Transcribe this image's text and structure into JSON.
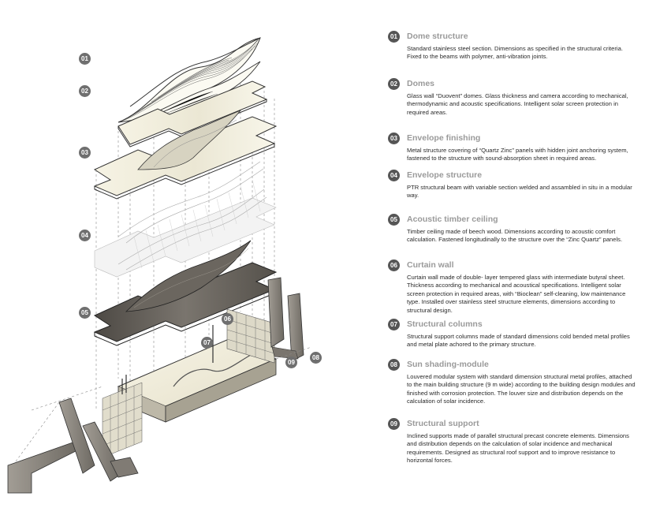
{
  "colors": {
    "marker_bg": "#6f6f6f",
    "legend_badge_bg": "#555555",
    "legend_title": "#9a9a9a",
    "legend_text": "#2a2a2a",
    "cream_panel": "#f2efdf",
    "dark_panel": "#5e5a55",
    "concrete": "#8a8680"
  },
  "diagram": {
    "markers": [
      {
        "number": "01",
        "icon": "numbered-circle"
      },
      {
        "number": "02",
        "icon": "numbered-circle"
      },
      {
        "number": "03",
        "icon": "numbered-circle"
      },
      {
        "number": "04",
        "icon": "numbered-circle"
      },
      {
        "number": "05",
        "icon": "numbered-circle"
      },
      {
        "number": "06",
        "icon": "numbered-circle"
      },
      {
        "number": "07",
        "icon": "numbered-circle"
      },
      {
        "number": "08",
        "icon": "numbered-circle"
      },
      {
        "number": "09",
        "icon": "numbered-circle"
      }
    ]
  },
  "legend": [
    {
      "number": "01",
      "title": "Dome structure",
      "description": "Standard stainless steel section. Dimensions as specified in the structural criteria. Fixed to the beams with polymer, anti-vibration joints."
    },
    {
      "number": "02",
      "title": "Domes",
      "description": "Glass wall “Duovent” domes. Glass thickness and camera according to mechanical, thermodynamic and acoustic specifications. Intelligent solar screen protection in required areas."
    },
    {
      "number": "03",
      "title": "Envelope finishing",
      "description": "Metal structure covering of “Quartz Zinc” panels with hidden joint anchoring system, fastened to the structure with sound-absorption sheet in required areas."
    },
    {
      "number": "04",
      "title": "Envelope structure",
      "description": "PTR structural beam with variable section welded and assambled in situ in a modular way."
    },
    {
      "number": "05",
      "title": "Acoustic timber ceiling",
      "description": "Timber ceiling made of beech wood. Dimensions according to  acoustic comfort calculation. Fastened longitudinally to the structure over the “Zinc Quartz” panels."
    },
    {
      "number": "06",
      "title": "Curtain wall",
      "description": "Curtain wall made of double- layer tempered glass with intermediate butyral sheet. Thickness according to mechanical and acoustical specifications. Intelligent solar screen protection in required areas, with “Bioclean” self-cleaning, low maintenance type. Installed over stainless steel structure elements, dimensions according to structural design."
    },
    {
      "number": "07",
      "title": "Structural columns",
      "description": "Structural support columns made of standard dimensions cold bended metal profiles and metal plate achored to the primary structure."
    },
    {
      "number": "08",
      "title": "Sun shading-module",
      "description": "Louvered modular system with standard dimension structural metal profiles, attached to the main building structure (9 m wide) according to the building design modules and finished with corrosion protection. The louver size and distribution depends on the calculation of solar incidence."
    },
    {
      "number": "09",
      "title": "Structural support",
      "description": "Inclined supports made of parallel structural precast concrete elements. Dimensions and distribution depends on the calculation of solar incidence and mechanical requirements. Designed as structural roof support and to improve resistance to horizontal forces."
    }
  ]
}
